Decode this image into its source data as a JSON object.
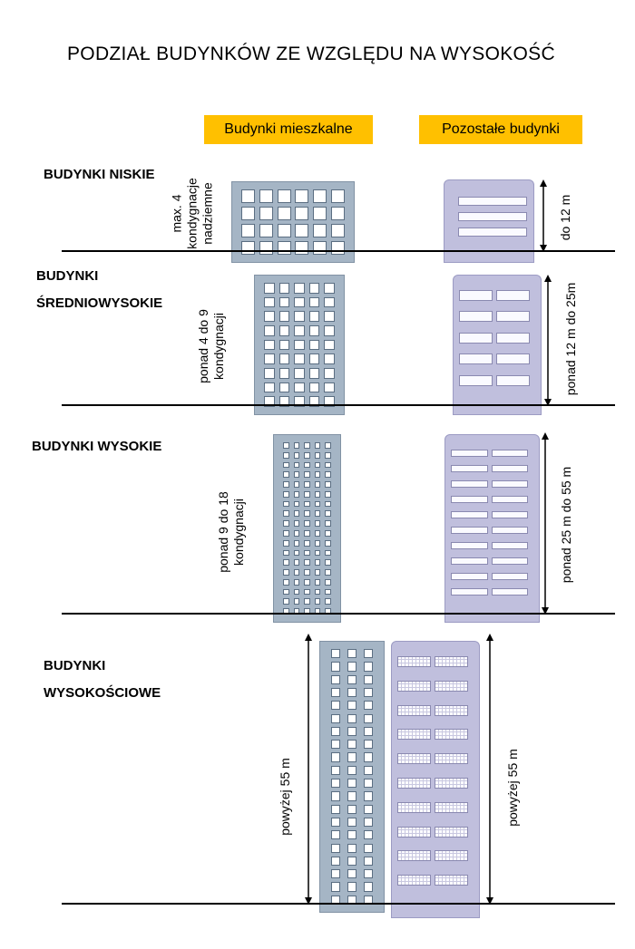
{
  "title": "PODZIAŁ BUDYNKÓW ZE WZGLĘDU NA WYSOKOŚĆ",
  "columns": {
    "residential": "Budynki mieszkalne",
    "other": "Pozostałe budynki"
  },
  "categories": [
    {
      "label_lines": [
        "BUDYNKI NISKIE"
      ],
      "residential_range_lines": [
        "max. 4",
        "kondygnacje",
        "nadziemne"
      ],
      "other_range": "do 12 m"
    },
    {
      "label_lines": [
        "BUDYNKI",
        "ŚREDNIOWYSOKIE"
      ],
      "residential_range_lines": [
        "ponad 4 do 9",
        "kondygnacji"
      ],
      "other_range": "ponad 12 m do 25m"
    },
    {
      "label_lines": [
        "BUDYNKI WYSOKIE"
      ],
      "residential_range_lines": [
        "ponad 9 do 18",
        "kondygnacji"
      ],
      "other_range": "ponad 25 m do 55 m"
    },
    {
      "label_lines": [
        "BUDYNKI",
        "WYSOKOŚCIOWE"
      ],
      "residential_range": "powyżej 55 m",
      "other_range": "powyżej 55 m"
    }
  ],
  "colors": {
    "header_bg": "#ffc000",
    "residential_building": "#a5b5c5",
    "other_building": "#c0bfdd"
  }
}
